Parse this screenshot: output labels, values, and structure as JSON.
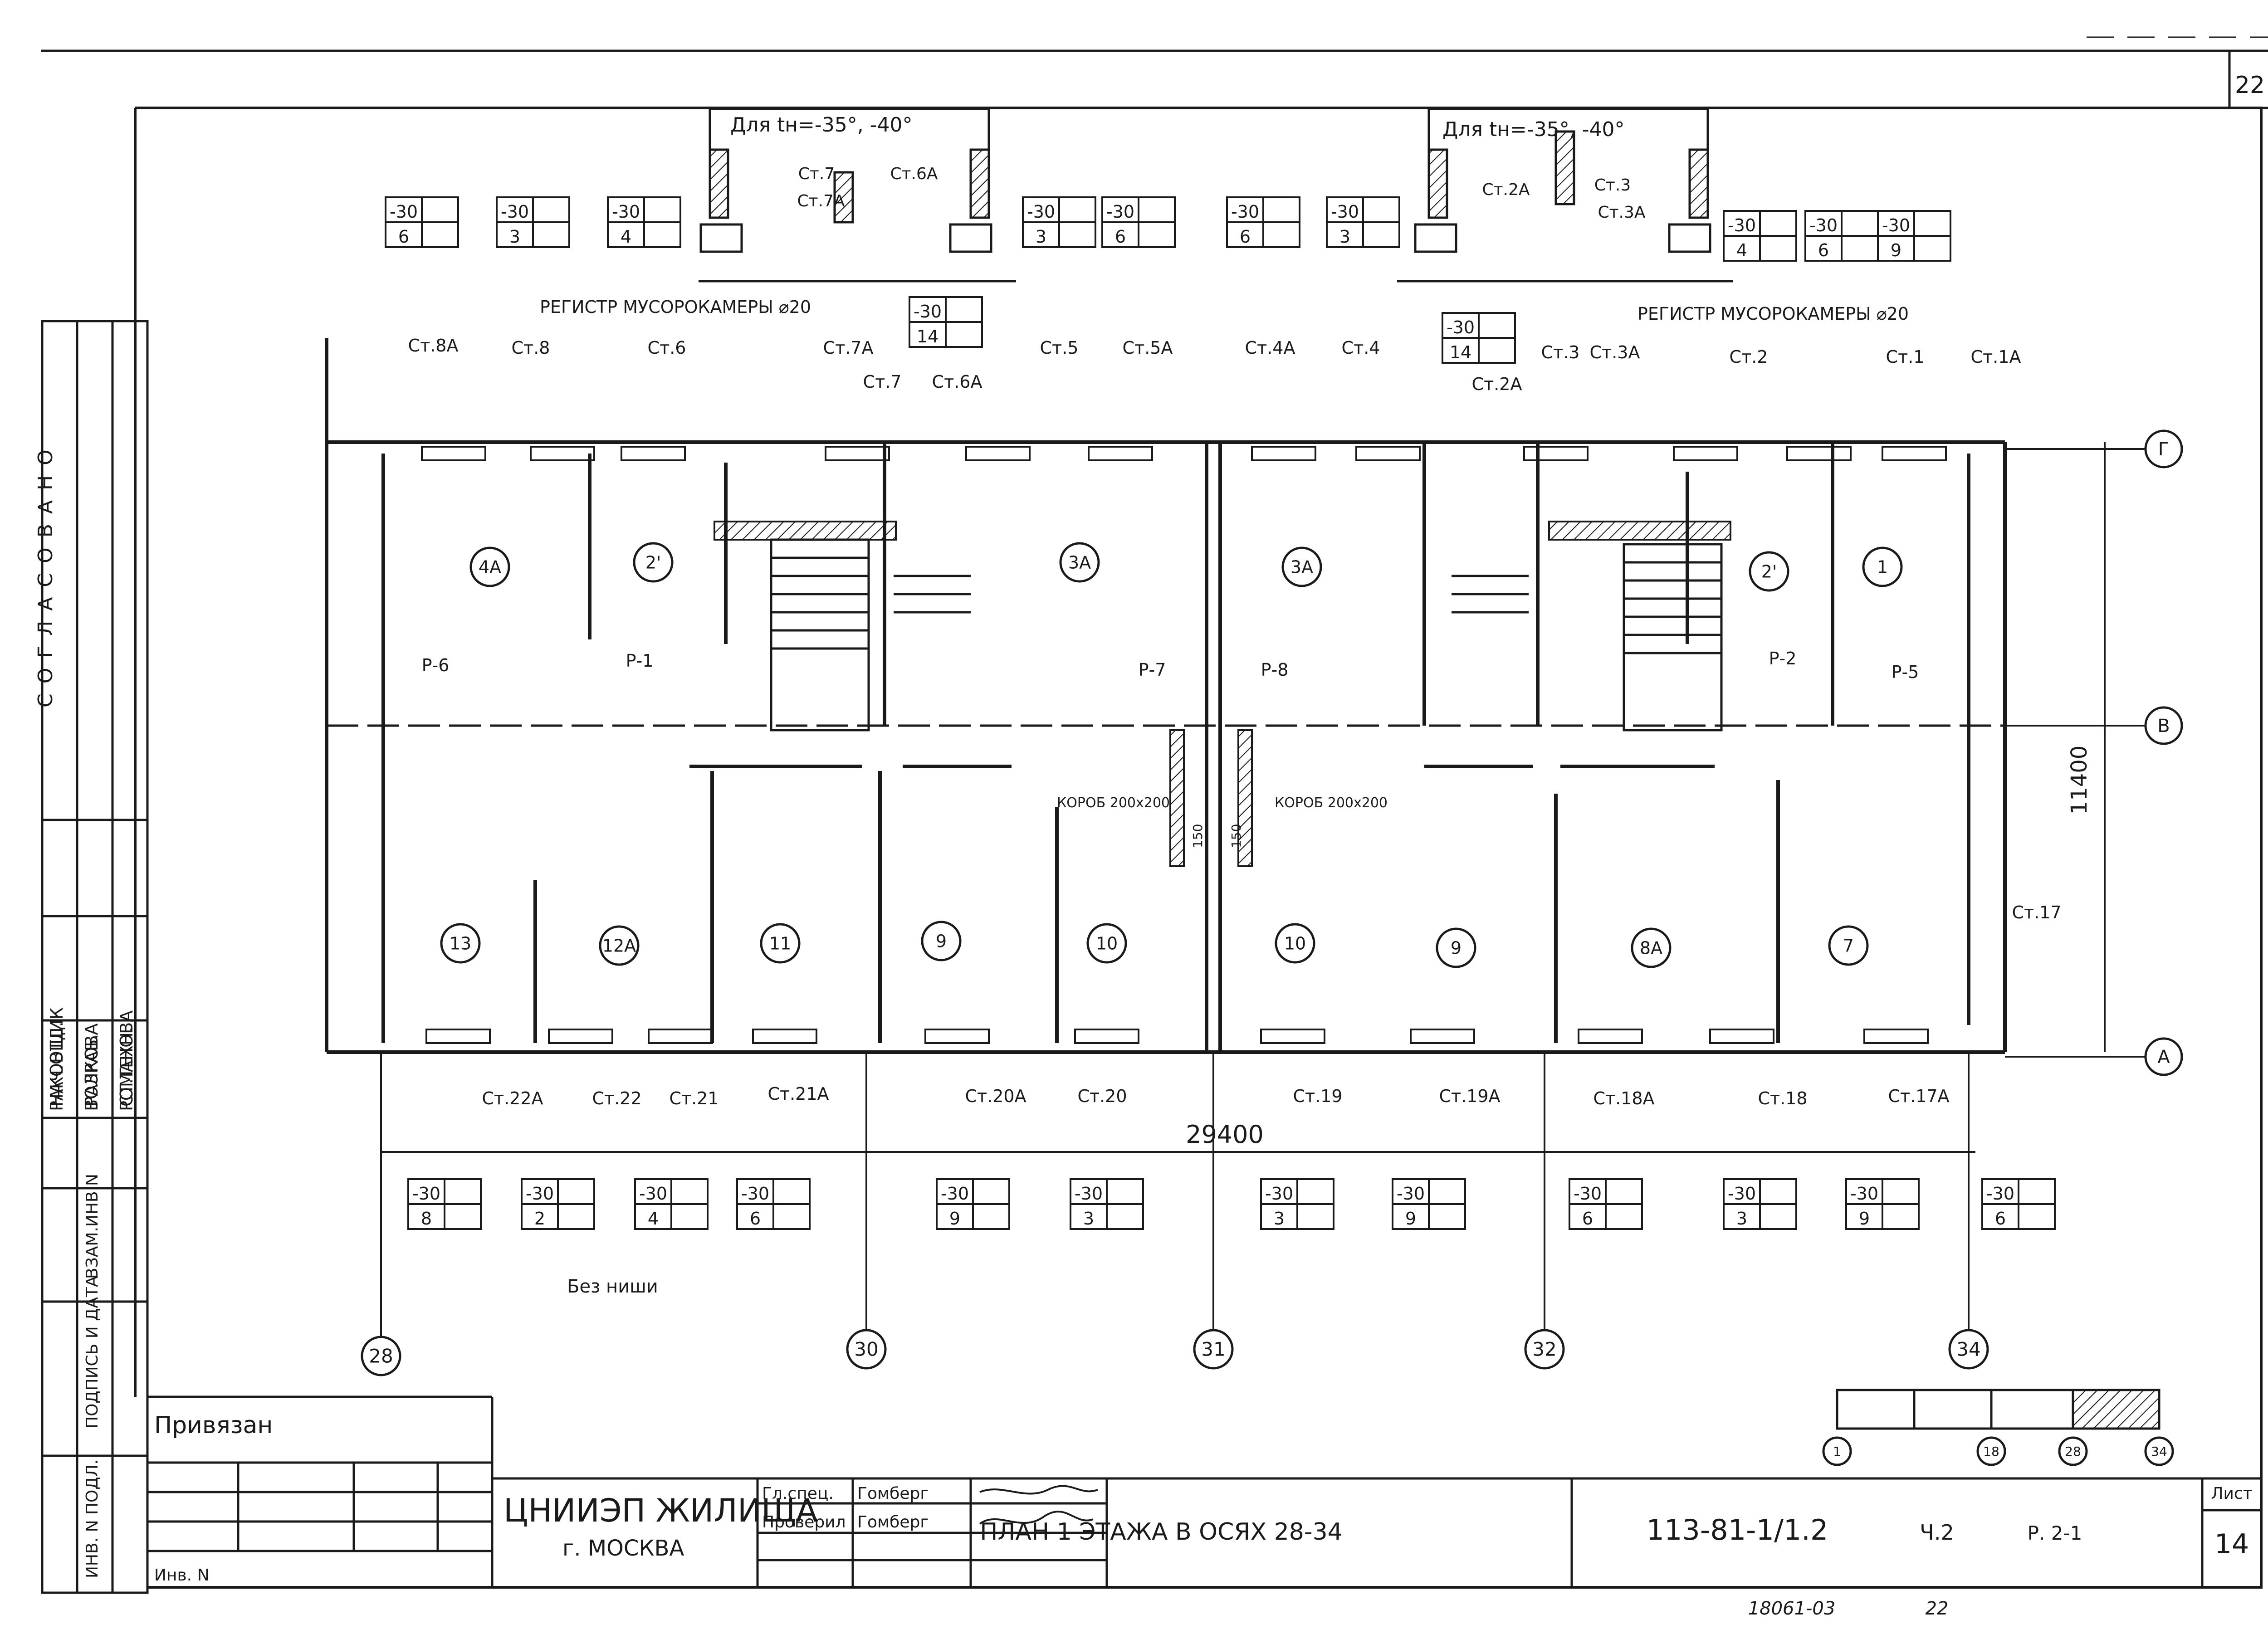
{
  "sheet": {
    "corner_number": "22",
    "title": "ПЛАН 1 ЭТАЖА В ОСЯХ 28-34",
    "code": "113-81-1/1.2",
    "part": "Ч.2",
    "section": "Р. 2-1",
    "list_label": "Лист",
    "list_number": "14",
    "bottom_code": "18061-03",
    "bottom_number": "22",
    "organization": "ЦНИИЭП ЖИЛИЩА",
    "city": "г. МОСКВА",
    "privyazan": "Привязан",
    "inv_no": "Инв. N",
    "signoff": {
      "row1_role": "Гл.спец.",
      "row1_name": "Гомберг",
      "row2_role": "Проверил",
      "row2_name": "Гомберг"
    },
    "left_column": {
      "agreed": "СОГЛАСОВАНО",
      "roles": [
        "НАЧ.ОТД.",
        "РАЗРАБ.",
        "СТ.ТЕХН."
      ],
      "names": [
        "РАКОВЩИК",
        "ВОЛКОВА",
        "РОМАНОВА"
      ],
      "stamp_fields": [
        "ИНВ. N ПОДЛ.",
        "ПОДПИСЬ И ДАТА",
        "ВЗАМ.ИНВ.N"
      ]
    }
  },
  "plan": {
    "note_tn_left": "Для tн=-35°, -40°",
    "note_tn_right": "Для tн=-35°, -40°",
    "registr_left": "РЕГИСТР МУСОРОКАМЕРЫ ⌀20",
    "registr_right": "РЕГИСТР МУСОРОКАМЕРЫ ⌀20",
    "dim_width": "29400",
    "dim_height": "11400",
    "korob_left": "КОРОБ 200x200",
    "korob_right": "КОРОБ 200x200",
    "bez_nishi": "Без ниши",
    "dim_small": "150",
    "axes_vertical": [
      "28",
      "30",
      "31",
      "32",
      "34"
    ],
    "axes_horizontal": [
      "Г",
      "В",
      "А"
    ],
    "rooms": [
      "4А",
      "2'",
      "3А",
      "3А",
      "2'",
      "1",
      "13",
      "12А",
      "11",
      "9",
      "10",
      "10",
      "9",
      "8А",
      "7"
    ],
    "risers_top": [
      "Ст.8А",
      "Ст.8",
      "Ст.6",
      "Ст.7А",
      "Ст.7",
      "Ст.6А",
      "Ст.5",
      "Ст.5А",
      "Ст.4А",
      "Ст.4",
      "Ст.2А",
      "Ст.3",
      "Ст.3А",
      "Ст.2",
      "Ст.1",
      "Ст.1А"
    ],
    "risers_detail": [
      "Ст.7",
      "Ст.7А",
      "Ст.6А",
      "Ст.2А",
      "Ст.3",
      "Ст.3А"
    ],
    "risers_bottom": [
      "Ст.22А",
      "Ст.22",
      "Ст.21",
      "Ст.21А",
      "Ст.20А",
      "Ст.20",
      "Ст.19",
      "Ст.19А",
      "Ст.18А",
      "Ст.18",
      "Ст.17А"
    ],
    "riser_side": "Ст.17",
    "registers": [
      "Р-6",
      "Р-1",
      "Р-7",
      "Р-8",
      "Р-2",
      "Р-5"
    ],
    "heater_boxes_top": [
      {
        "t": "-30",
        "n": "6"
      },
      {
        "t": "-30",
        "n": "3"
      },
      {
        "t": "-30",
        "n": "4"
      },
      {
        "t": "-30",
        "n": "3"
      },
      {
        "t": "-30",
        "n": "6"
      },
      {
        "t": "-30",
        "n": "6"
      },
      {
        "t": "-30",
        "n": "3"
      },
      {
        "t": "-30",
        "n": "4"
      },
      {
        "t": "-30",
        "n": "6"
      },
      {
        "t": "-30",
        "n": "9"
      }
    ],
    "heater_boxes_mid": [
      {
        "t": "-30",
        "n": "14"
      },
      {
        "t": "-30",
        "n": "14"
      }
    ],
    "heater_boxes_bottom": [
      {
        "t": "-30",
        "n": "8"
      },
      {
        "t": "-30",
        "n": "2"
      },
      {
        "t": "-30",
        "n": "4"
      },
      {
        "t": "-30",
        "n": "6"
      },
      {
        "t": "-30",
        "n": "9"
      },
      {
        "t": "-30",
        "n": "3"
      },
      {
        "t": "-30",
        "n": "3"
      },
      {
        "t": "-30",
        "n": "9"
      },
      {
        "t": "-30",
        "n": "6"
      },
      {
        "t": "-30",
        "n": "3"
      },
      {
        "t": "-30",
        "n": "9"
      },
      {
        "t": "-30",
        "n": "6"
      }
    ],
    "key_plan_axes": [
      "1",
      "18",
      "28",
      "34"
    ]
  }
}
